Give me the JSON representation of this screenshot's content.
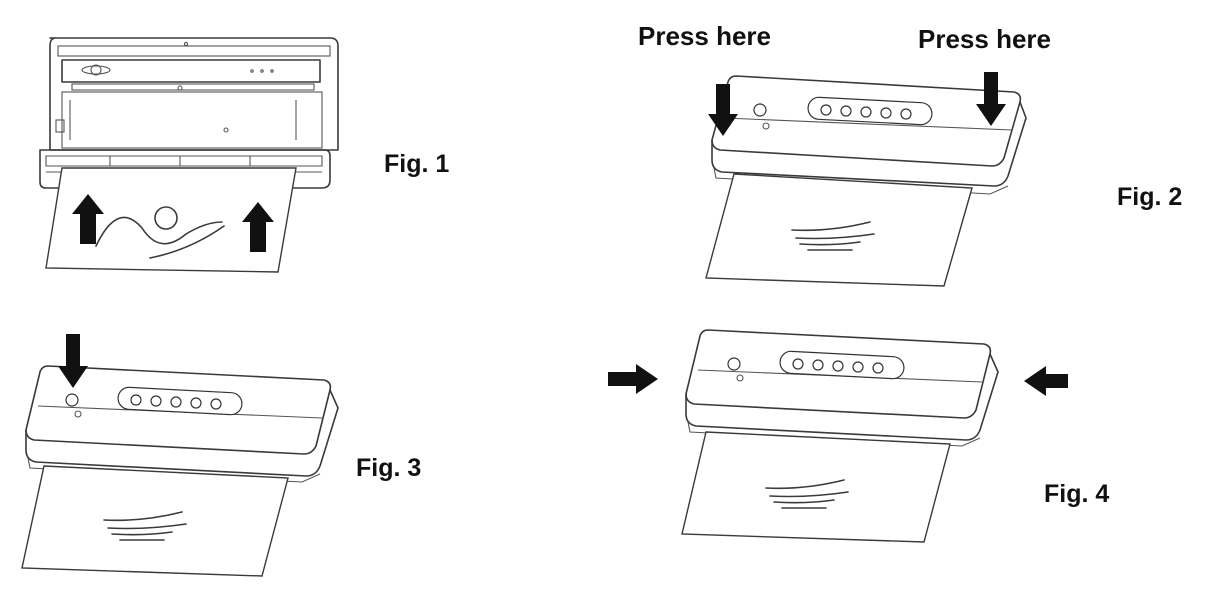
{
  "figures": {
    "fig1": {
      "label": "Fig. 1"
    },
    "fig2": {
      "label": "Fig. 2",
      "press_left": "Press here",
      "press_right": "Press here"
    },
    "fig3": {
      "label": "Fig. 3"
    },
    "fig4": {
      "label": "Fig. 4"
    }
  },
  "colors": {
    "ink": "#111111",
    "line": "#3a3a3a",
    "background": "#ffffff"
  },
  "icons": [
    "up-arrow-icon",
    "down-arrow-icon",
    "right-arrow-icon",
    "left-arrow-icon"
  ]
}
